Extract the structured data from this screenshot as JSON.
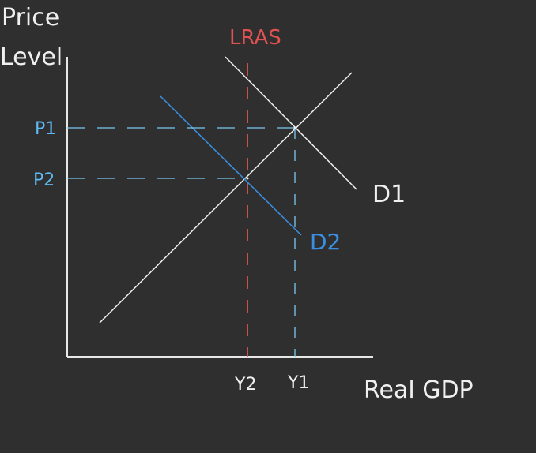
{
  "colors": {
    "background": "#2f2f2f",
    "axis": "#e6e6e6",
    "lras": "#e05252",
    "demand2": "#3a8fe0",
    "price_labels": "#5fb8f0",
    "guide": "#7cc8f2"
  },
  "labels": {
    "y_axis_line1": "Price",
    "y_axis_line2": "Level",
    "x_axis": "Real GDP",
    "lras": "LRAS",
    "demand1": "D1",
    "demand2": "D2",
    "p1": "P1",
    "p2": "P2",
    "y1": "Y1",
    "y2": "Y2"
  }
}
